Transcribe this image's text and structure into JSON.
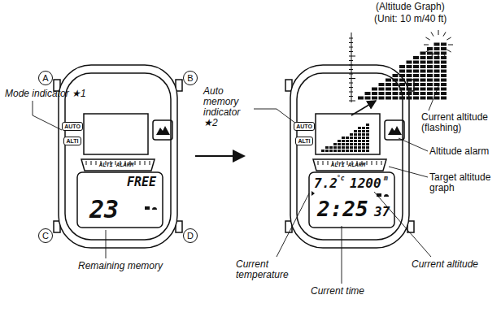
{
  "diagram": {
    "nodes": [
      {
        "text": [
          "A"
        ]
      },
      {
        "text": [
          "B"
        ]
      },
      {
        "text": [
          "C"
        ]
      },
      {
        "text": [
          "D"
        ]
      },
      {
        "text": [
          "AUTO"
        ]
      },
      {
        "text": [
          "ALTI"
        ]
      },
      {
        "text": [
          "AUTO"
        ]
      },
      {
        "text": [
          "ALTI"
        ]
      }
    ],
    "labels": [
      "(Altitude Graph)",
      "(Unit:  10 m/40 ft)",
      "Current altitude (flashing)",
      "Mode indicator ★1",
      "Remaining memory",
      "Auto memory indicator ★2",
      "Altitude alarm",
      "Target altitude graph",
      "Current altitude",
      "Current temperature",
      "Current time",
      "ALTI ALARM",
      "FREE",
      "23",
      "ALTI ALARM",
      "7.2",
      "°c",
      "1200",
      "m",
      "2:25",
      "37"
    ]
  }
}
